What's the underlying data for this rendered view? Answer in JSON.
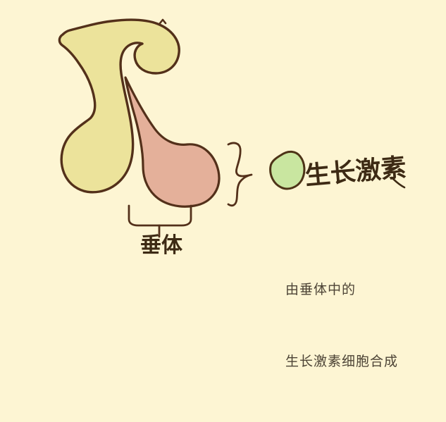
{
  "figure": {
    "background_color": "#fdf5d3",
    "outline_color": "#53301a",
    "title_alt": "垂体与生长激素示意图"
  },
  "labels": {
    "pituitary": "垂体",
    "growth_hormone": "生长激素"
  },
  "caption": {
    "line1": "由垂体中的",
    "line2": "生长激素细胞合成"
  },
  "shapes": {
    "anterior_lobe": {
      "name": "垂体前叶",
      "fill": "#ece39b"
    },
    "posterior_lobe": {
      "name": "垂体后叶",
      "fill": "#e4b09a"
    },
    "hormone_cell": {
      "name": "生长激素细胞",
      "fill": "#c9e6a0"
    }
  },
  "connectors": {
    "brace": "curly-brace-right",
    "underbrace": "square-underbrace"
  }
}
